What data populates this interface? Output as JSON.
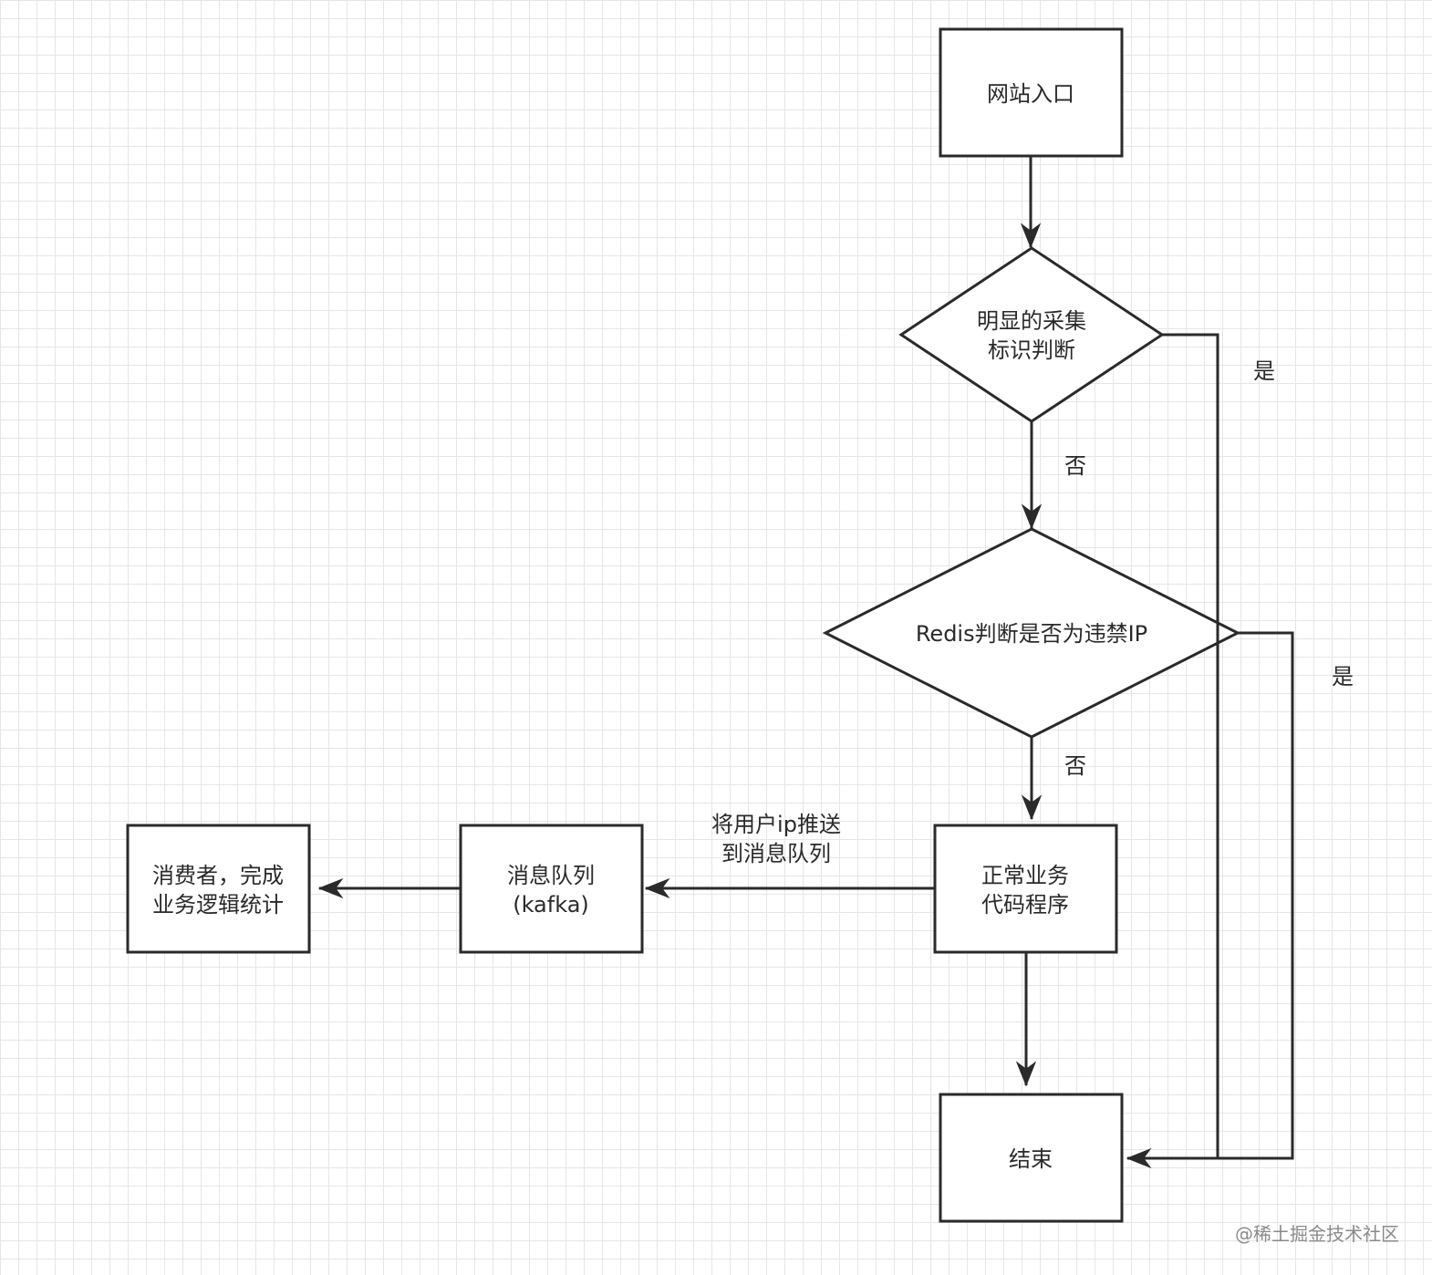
{
  "diagram": {
    "nodes": {
      "entry": {
        "lines": [
          "网站入口"
        ]
      },
      "check_crawler": {
        "lines": [
          "明显的采集",
          "标识判断"
        ]
      },
      "check_redis": {
        "lines": [
          "Redis判断是否为违禁IP"
        ]
      },
      "business": {
        "lines": [
          "正常业务",
          "代码程序"
        ]
      },
      "queue": {
        "lines": [
          "消息队列",
          "(kafka)"
        ]
      },
      "consumer": {
        "lines": [
          "消费者，完成",
          "业务逻辑统计"
        ]
      },
      "end": {
        "lines": [
          "结束"
        ]
      }
    },
    "edges": {
      "crawler_no": "否",
      "crawler_yes": "是",
      "redis_no": "否",
      "redis_yes": "是",
      "push_line1": "将用户ip推送",
      "push_line2": "到消息队列"
    }
  },
  "watermark": "@稀土掘金技术社区"
}
